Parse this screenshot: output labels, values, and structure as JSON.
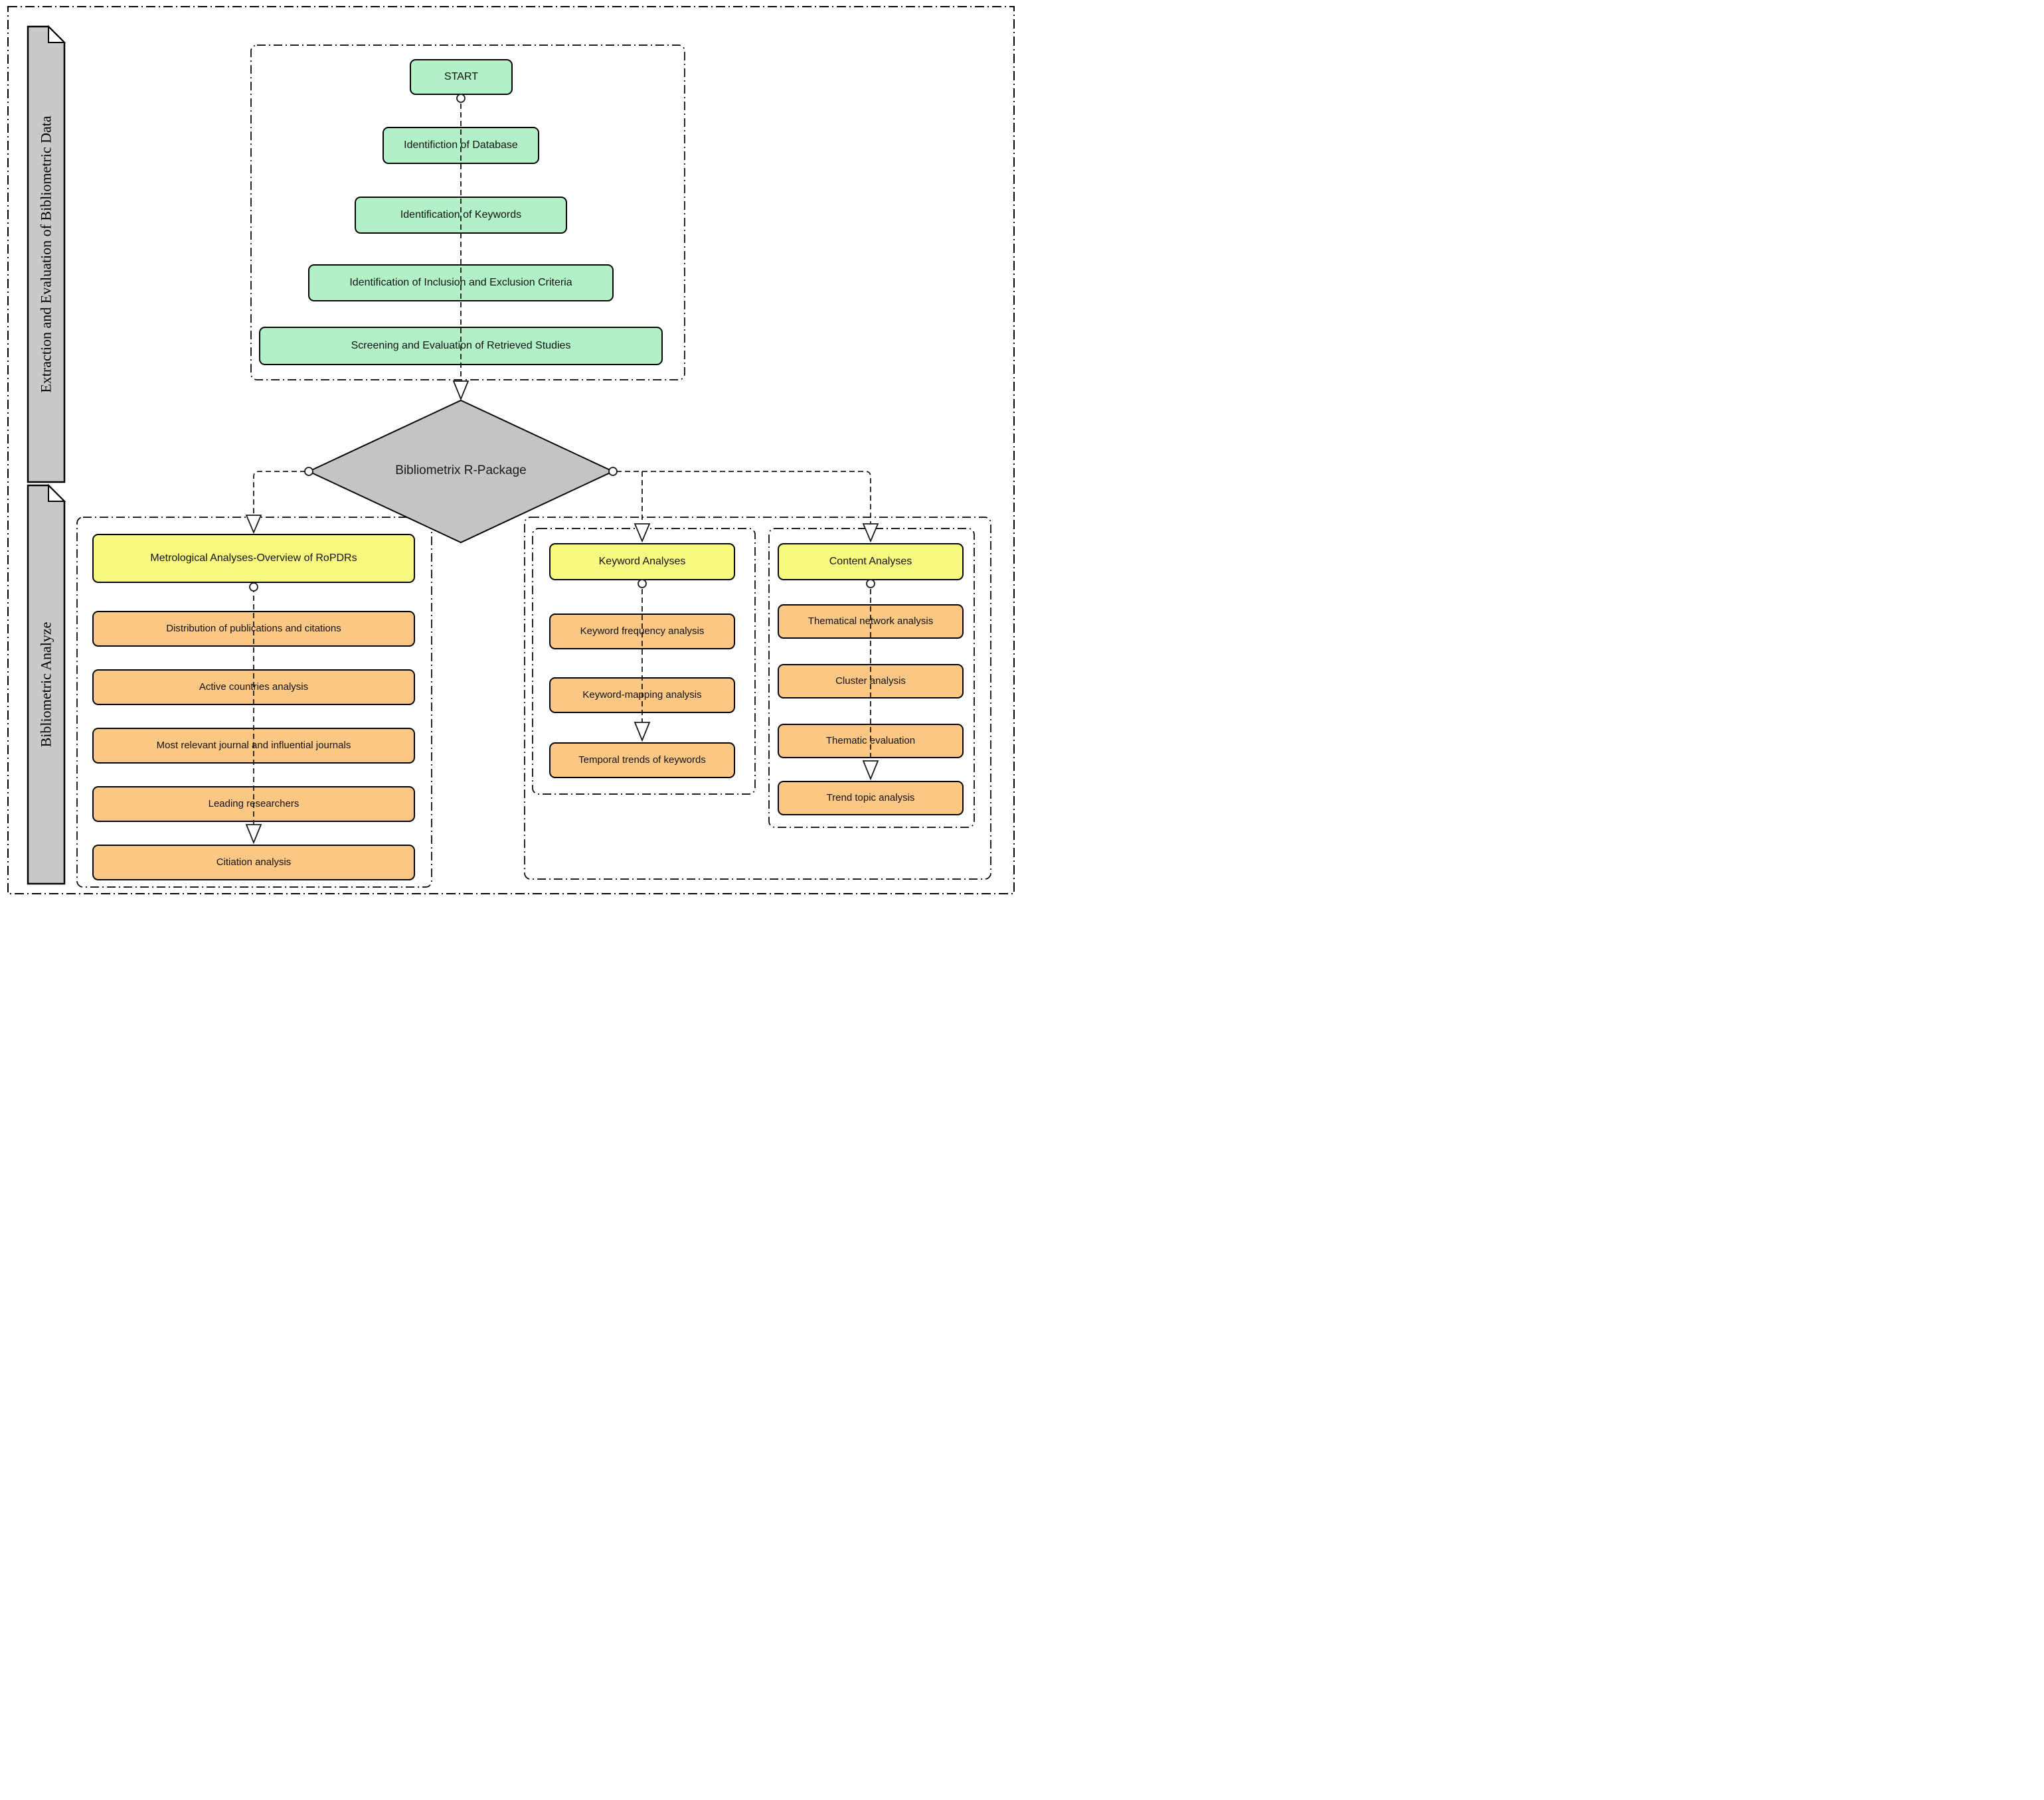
{
  "diagram_title": "Bibliometric analysis workflow",
  "colors": {
    "process_green": "#b2f1c7",
    "header_yellow": "#f9f980",
    "item_orange": "#fbc785",
    "decision_gray": "#c4c4c4",
    "sidebar_gray": "#c9c9c9",
    "line_black": "#1a1a1a"
  },
  "sidebars": [
    {
      "label": "Extraction and Evaluation of Bibliometric Data"
    },
    {
      "label": "Bibliometric Analyze"
    }
  ],
  "top_flow": {
    "steps": [
      "START",
      "Identifiction of Database",
      "Identification of Keywords",
      "Identification of Inclusion and Exclusion Criteria",
      "Screening and Evaluation of Retrieved Studies"
    ]
  },
  "decision": {
    "label": "Bibliometrix R-Package"
  },
  "columns": [
    {
      "header": "Metrological Analyses-Overview of RoPDRs",
      "items": [
        "Distribution of publications and citations",
        "Active countries analysis",
        "Most relevant journal and influential journals",
        "Leading researchers",
        "Citiation analysis"
      ]
    },
    {
      "header": "Keyword Analyses",
      "items": [
        "Keyword frequency analysis",
        "Keyword-mapping analysis",
        "Temporal trends of keywords"
      ]
    },
    {
      "header": "Content Analyses",
      "items": [
        "Thematical network analysis",
        "Cluster analysis",
        "Thematic evaluation",
        "Trend topic analysis"
      ]
    }
  ]
}
